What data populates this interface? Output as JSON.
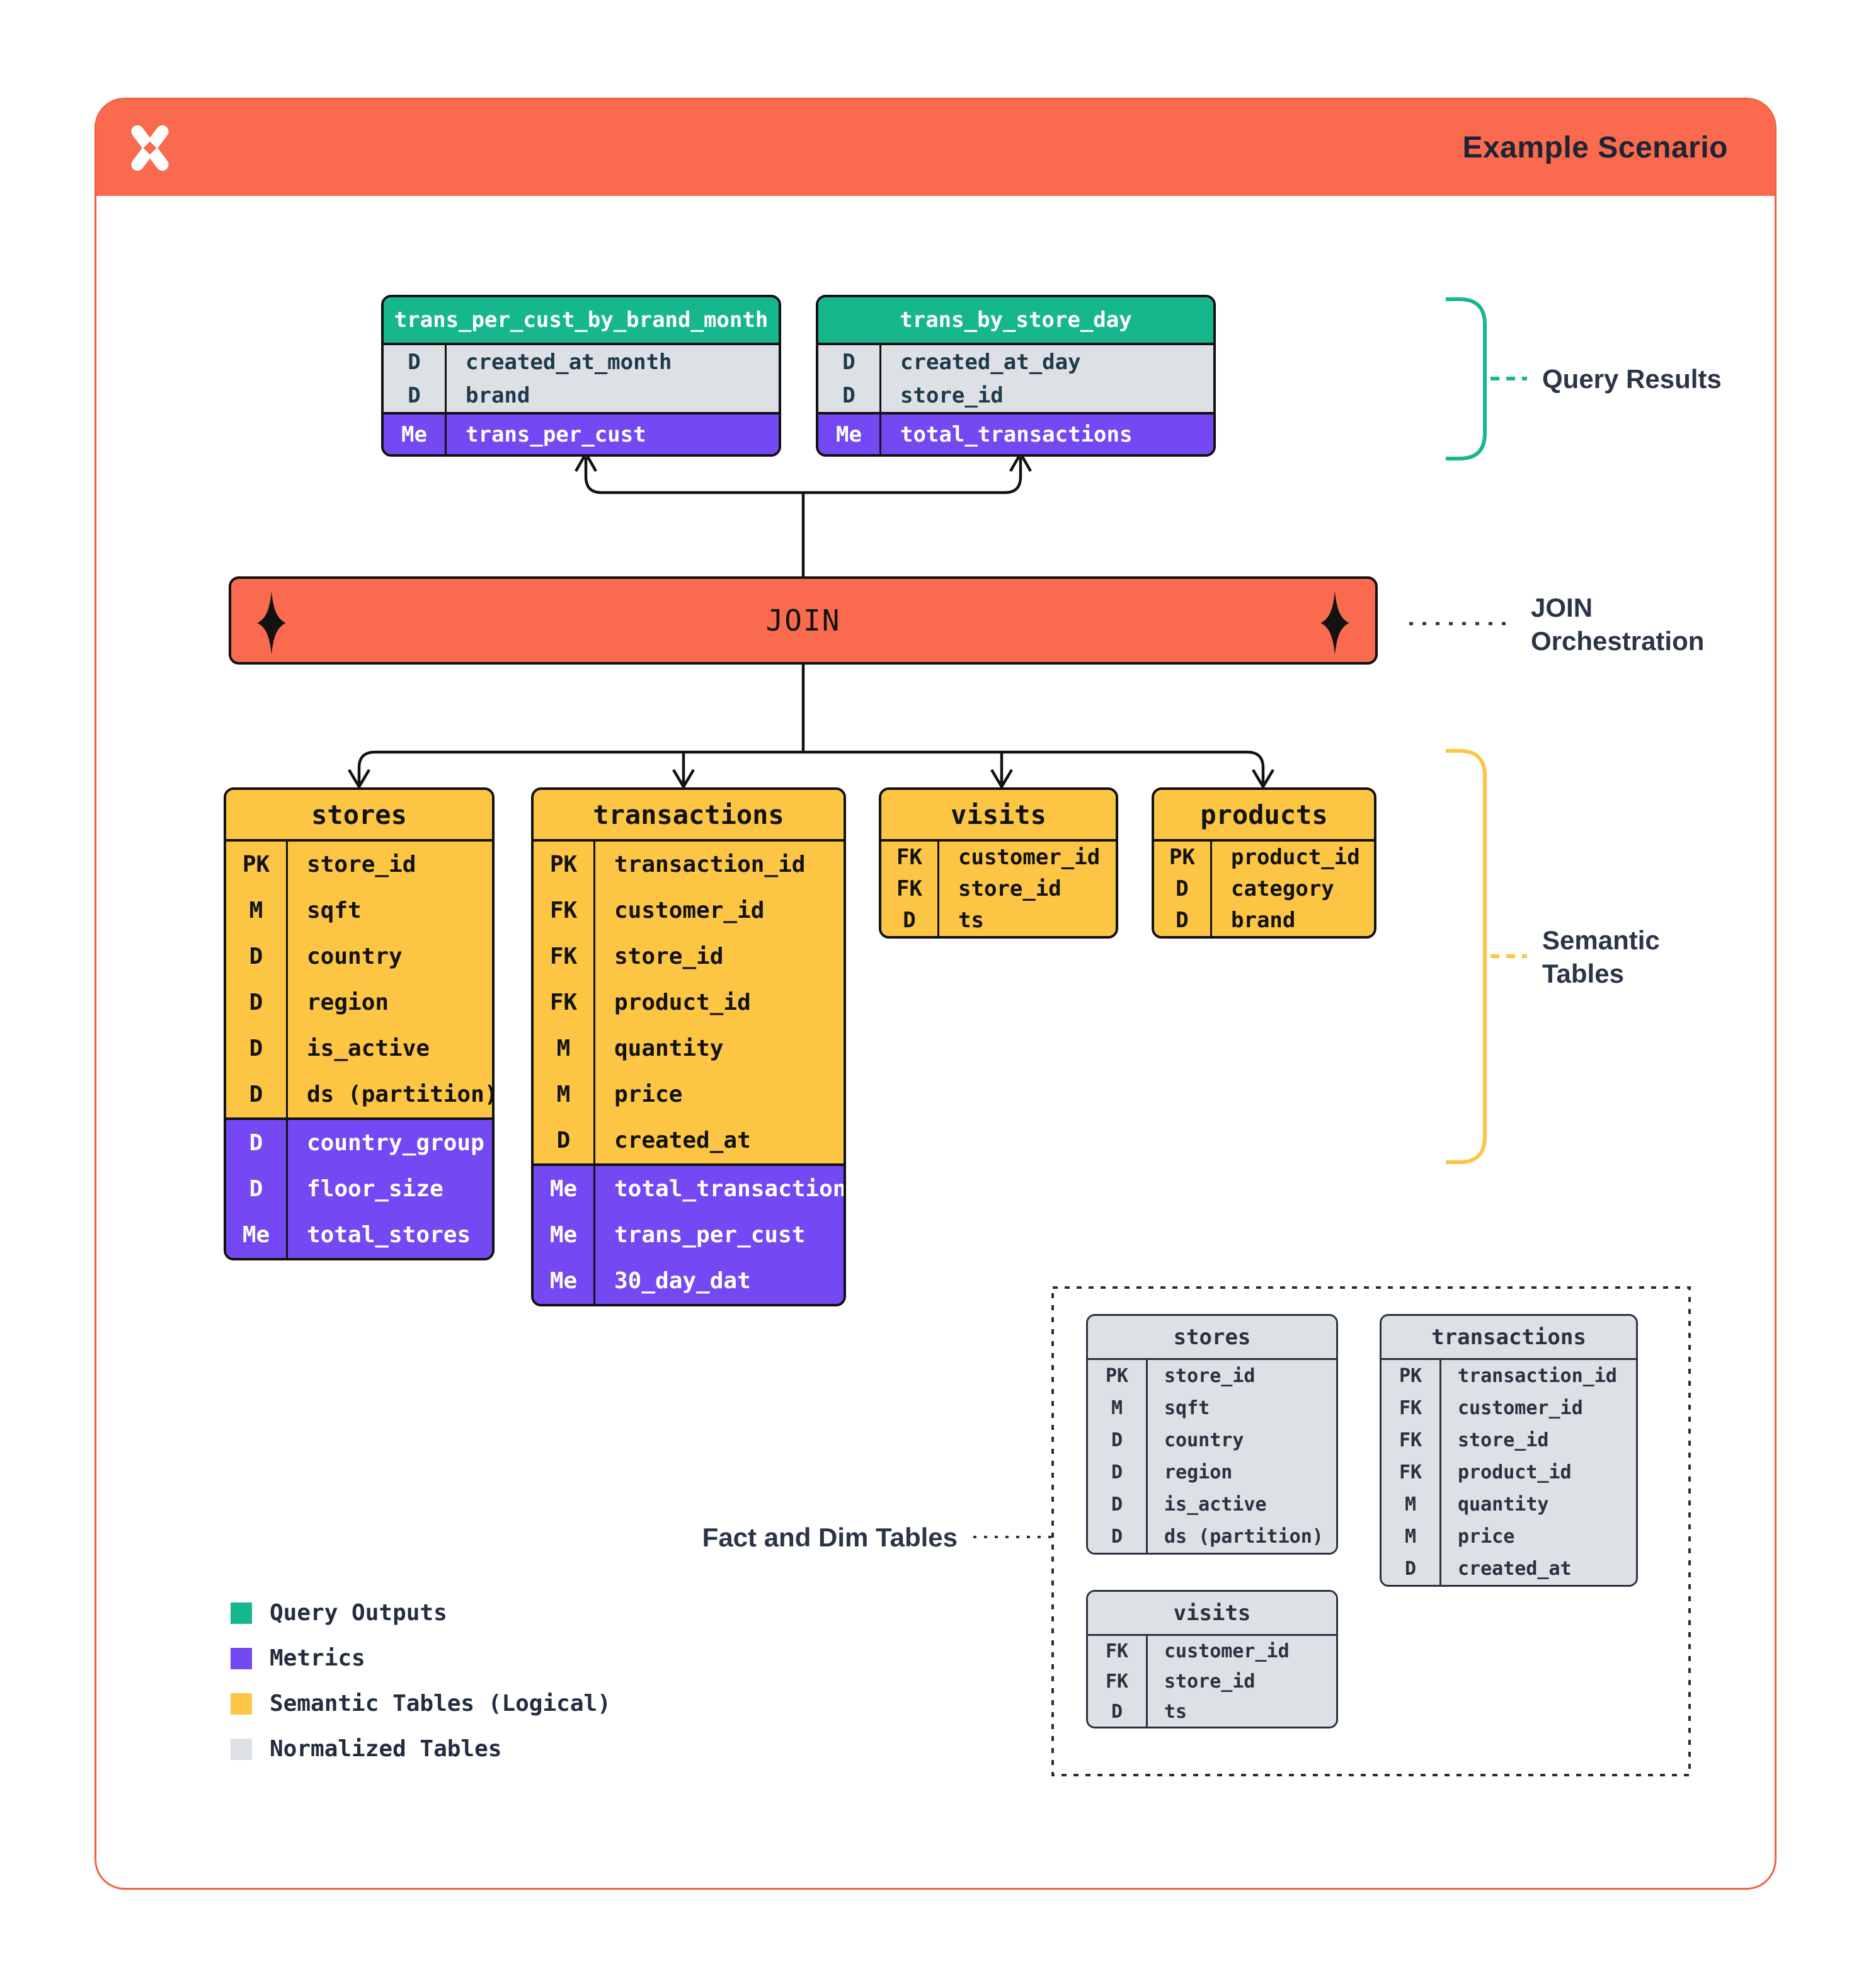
{
  "header": {
    "title": "Example Scenario",
    "logo": "dagster-logo"
  },
  "annotations": {
    "query_results": "Query Results",
    "join_line1": "JOIN",
    "join_line2": "Orchestration",
    "semantic_line1": "Semantic",
    "semantic_line2": "Tables",
    "fact_dim": "Fact and Dim Tables"
  },
  "join_bar": {
    "label": "JOIN"
  },
  "query_tables": [
    {
      "name": "trans_per_cust_by_brand_month",
      "rows": [
        {
          "k": "D",
          "f": "created_at_month"
        },
        {
          "k": "D",
          "f": "brand"
        }
      ],
      "metrics": [
        {
          "k": "Me",
          "f": "trans_per_cust"
        }
      ]
    },
    {
      "name": "trans_by_store_day",
      "rows": [
        {
          "k": "D",
          "f": "created_at_day"
        },
        {
          "k": "D",
          "f": "store_id"
        }
      ],
      "metrics": [
        {
          "k": "Me",
          "f": "total_transactions"
        }
      ]
    }
  ],
  "semantic_tables": [
    {
      "name": "stores",
      "rows": [
        {
          "k": "PK",
          "f": "store_id"
        },
        {
          "k": "M",
          "f": "sqft"
        },
        {
          "k": "D",
          "f": "country"
        },
        {
          "k": "D",
          "f": "region"
        },
        {
          "k": "D",
          "f": "is_active"
        },
        {
          "k": "D",
          "f": "ds (partition)"
        }
      ],
      "metrics": [
        {
          "k": "D",
          "f": "country_group"
        },
        {
          "k": "D",
          "f": "floor_size"
        },
        {
          "k": "Me",
          "f": "total_stores"
        }
      ]
    },
    {
      "name": "transactions",
      "rows": [
        {
          "k": "PK",
          "f": "transaction_id"
        },
        {
          "k": "FK",
          "f": "customer_id"
        },
        {
          "k": "FK",
          "f": "store_id"
        },
        {
          "k": "FK",
          "f": "product_id"
        },
        {
          "k": "M",
          "f": "quantity"
        },
        {
          "k": "M",
          "f": "price"
        },
        {
          "k": "D",
          "f": "created_at"
        }
      ],
      "metrics": [
        {
          "k": "Me",
          "f": "total_transactions"
        },
        {
          "k": "Me",
          "f": "trans_per_cust"
        },
        {
          "k": "Me",
          "f": "30_day_dat"
        }
      ]
    },
    {
      "name": "visits",
      "rows": [
        {
          "k": "FK",
          "f": "customer_id"
        },
        {
          "k": "FK",
          "f": "store_id"
        },
        {
          "k": "D",
          "f": "ts"
        }
      ]
    },
    {
      "name": "products",
      "rows": [
        {
          "k": "PK",
          "f": "product_id"
        },
        {
          "k": "D",
          "f": "category"
        },
        {
          "k": "D",
          "f": "brand"
        }
      ]
    }
  ],
  "normalized_tables": [
    {
      "name": "stores",
      "rows": [
        {
          "k": "PK",
          "f": "store_id"
        },
        {
          "k": "M",
          "f": "sqft"
        },
        {
          "k": "D",
          "f": "country"
        },
        {
          "k": "D",
          "f": "region"
        },
        {
          "k": "D",
          "f": "is_active"
        },
        {
          "k": "D",
          "f": "ds (partition)"
        }
      ]
    },
    {
      "name": "transactions",
      "rows": [
        {
          "k": "PK",
          "f": "transaction_id"
        },
        {
          "k": "FK",
          "f": "customer_id"
        },
        {
          "k": "FK",
          "f": "store_id"
        },
        {
          "k": "FK",
          "f": "product_id"
        },
        {
          "k": "M",
          "f": "quantity"
        },
        {
          "k": "M",
          "f": "price"
        },
        {
          "k": "D",
          "f": "created_at"
        }
      ]
    },
    {
      "name": "visits",
      "rows": [
        {
          "k": "FK",
          "f": "customer_id"
        },
        {
          "k": "FK",
          "f": "store_id"
        },
        {
          "k": "D",
          "f": "ts"
        }
      ]
    }
  ],
  "legend": {
    "items": [
      {
        "label": "Query Outputs",
        "color": "#17b78e"
      },
      {
        "label": "Metrics",
        "color": "#7448f2"
      },
      {
        "label": "Semantic Tables (Logical)",
        "color": "#fcc644"
      },
      {
        "label": "Normalized Tables",
        "color": "#dee2e7"
      }
    ]
  },
  "colors": {
    "accent_orange": "#f96a4e",
    "green": "#17b78e",
    "purple": "#7448f2",
    "yellow": "#fcc644",
    "gray_row": "#dde1e6",
    "ink": "#121212",
    "navy": "#2b3547"
  }
}
